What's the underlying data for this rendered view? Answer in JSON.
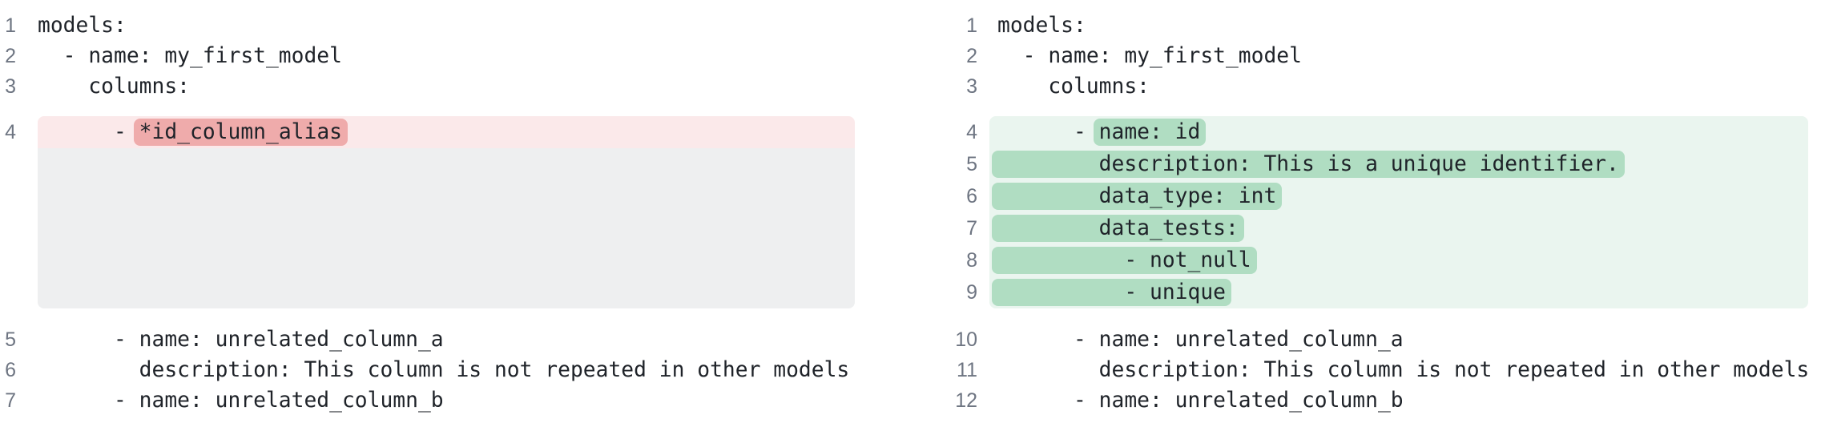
{
  "colors": {
    "removed_line_bg": "#fbe9ea",
    "removed_word_bg": "#efabab",
    "added_line_bg": "#eaf5ef",
    "added_word_bg": "#b0ddc2",
    "collapsed_spacer_bg": "#eeeff0",
    "code_text": "#1f2329",
    "line_number_text": "#6e7582"
  },
  "before": {
    "lines": [
      {
        "num": "1",
        "text": "models:"
      },
      {
        "num": "2",
        "text": "  - name: my_first_model"
      },
      {
        "num": "3",
        "text": "    columns:"
      },
      {
        "num": "4",
        "pre": "      - ",
        "removed": "*id_column_alias",
        "post": ""
      },
      {
        "num": "5",
        "text": "      - name: unrelated_column_a"
      },
      {
        "num": "6",
        "text": "        description: This column is not repeated in other models"
      },
      {
        "num": "7",
        "text": "      - name: unrelated_column_b"
      }
    ]
  },
  "after": {
    "lines": [
      {
        "num": "1",
        "text": "models:"
      },
      {
        "num": "2",
        "text": "  - name: my_first_model"
      },
      {
        "num": "3",
        "text": "    columns:"
      },
      {
        "num": "4",
        "pre": "      - ",
        "added": "name: id",
        "post": ""
      },
      {
        "num": "5",
        "pre": "",
        "added": "        description: This is a unique identifier.",
        "post": ""
      },
      {
        "num": "6",
        "pre": "",
        "added": "        data_type: int",
        "post": ""
      },
      {
        "num": "7",
        "pre": "",
        "added": "        data_tests:",
        "post": ""
      },
      {
        "num": "8",
        "pre": "",
        "added": "          - not_null",
        "post": ""
      },
      {
        "num": "9",
        "pre": "",
        "added": "          - unique",
        "post": ""
      },
      {
        "num": "10",
        "text": "      - name: unrelated_column_a"
      },
      {
        "num": "11",
        "text": "        description: This column is not repeated in other models"
      },
      {
        "num": "12",
        "text": "      - name: unrelated_column_b"
      }
    ]
  }
}
